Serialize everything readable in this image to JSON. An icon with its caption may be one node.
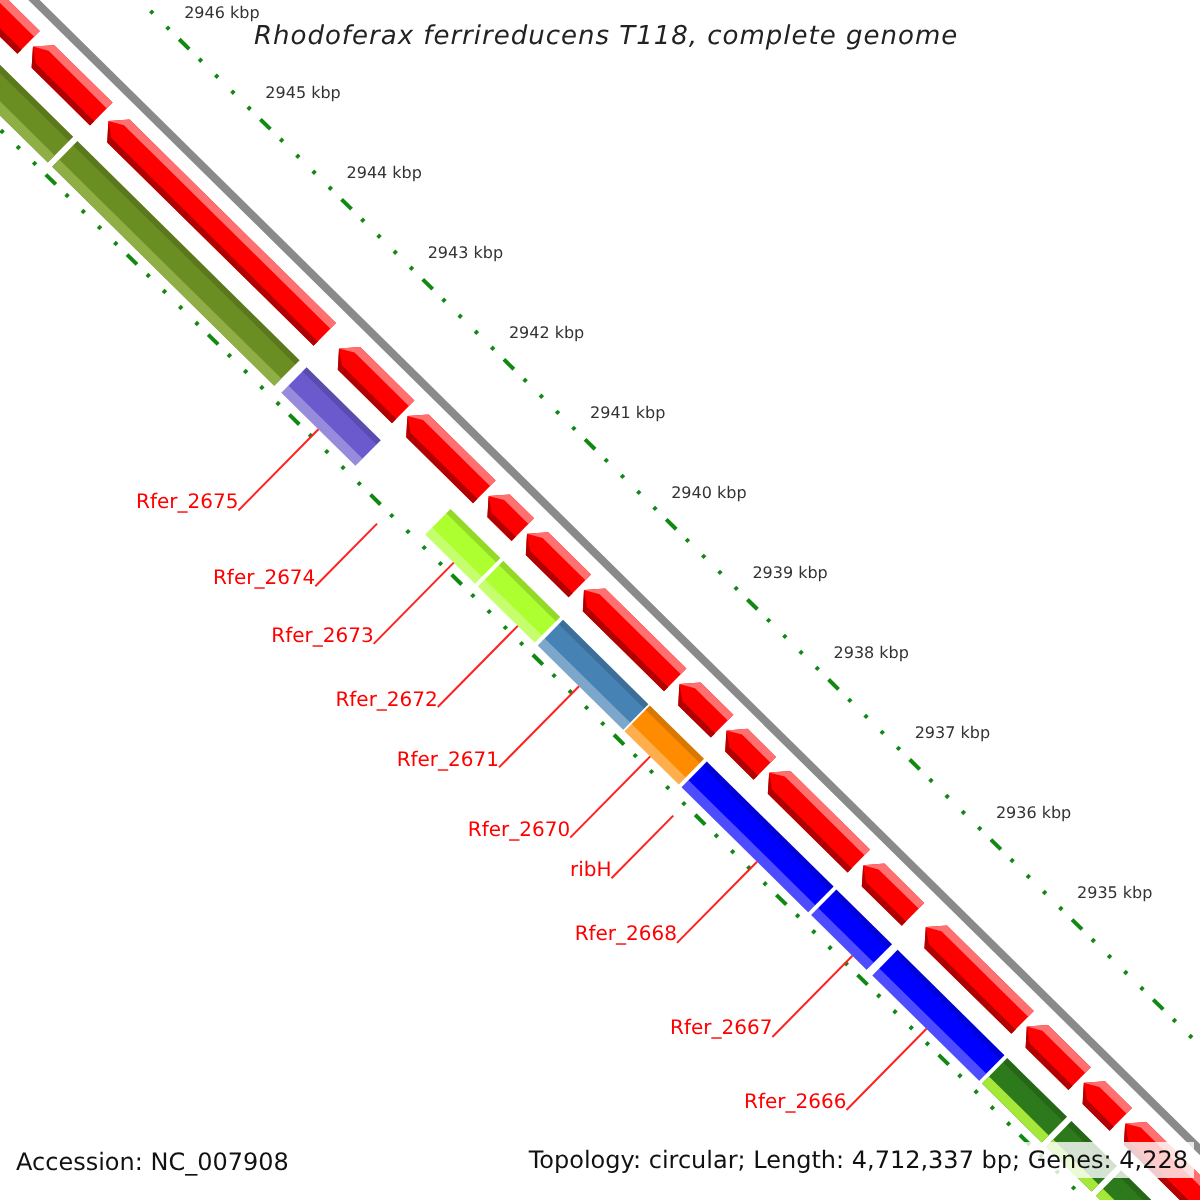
{
  "diagram": {
    "title": "Rhodoferax ferrireducens T118, complete genome",
    "nodes": [
      {
        "text": [
          "Rfer_2675"
        ]
      },
      {
        "text": [
          "Rfer_2674"
        ]
      },
      {
        "text": [
          "Rfer_2673"
        ]
      },
      {
        "text": [
          "Rfer_2672"
        ]
      },
      {
        "text": [
          "Rfer_2671"
        ]
      },
      {
        "text": [
          "Rfer_2670"
        ]
      },
      {
        "text": [
          "ribH"
        ]
      },
      {
        "text": [
          "Rfer_2668"
        ]
      },
      {
        "text": [
          "Rfer_2667"
        ]
      },
      {
        "text": [
          "Rfer_2666"
        ]
      },
      {
        "text": [],
        "shape": "bar"
      },
      {
        "text": [],
        "shape": "bar"
      },
      {
        "text": [],
        "shape": "bar"
      },
      {
        "text": [],
        "shape": "bar"
      },
      {
        "text": [],
        "shape": "bar"
      },
      {
        "text": [],
        "shape": "bar"
      },
      {
        "text": [],
        "shape": "bar"
      },
      {
        "text": [],
        "shape": "bar"
      }
    ],
    "edges": [
      {
        "from": 0,
        "to": 10,
        "arrow": "none"
      },
      {
        "from": 1,
        "to": null,
        "arrow": "none"
      },
      {
        "from": 2,
        "to": 11,
        "arrow": "none"
      },
      {
        "from": 3,
        "to": 12,
        "arrow": "none"
      },
      {
        "from": 4,
        "to": 13,
        "arrow": "none"
      },
      {
        "from": 5,
        "to": 14,
        "arrow": "none"
      },
      {
        "from": 6,
        "to": null,
        "arrow": "none"
      },
      {
        "from": 7,
        "to": 15,
        "arrow": "none"
      },
      {
        "from": 8,
        "to": 16,
        "arrow": "none"
      },
      {
        "from": 9,
        "to": 17,
        "arrow": "none"
      }
    ],
    "labels": [
      "2946 kbp",
      "2945 kbp",
      "2944 kbp",
      "2943 kbp",
      "2942 kbp",
      "2941 kbp",
      "2940 kbp",
      "2939 kbp",
      "2938 kbp",
      "2937 kbp",
      "2936 kbp",
      "2935 kbp",
      "Accession: NC_007908",
      "Topology: circular; Length: 4,712,337 bp; Genes: 4,228"
    ]
  }
}
